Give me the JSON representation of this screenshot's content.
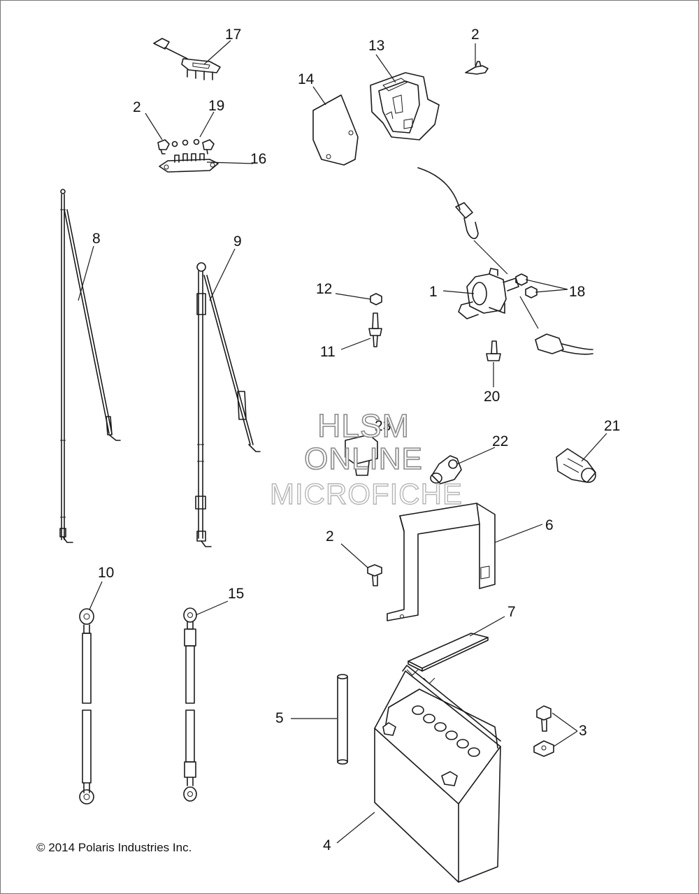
{
  "diagram": {
    "callouts": [
      "17",
      "2",
      "19",
      "16",
      "13",
      "2",
      "14",
      "8",
      "9",
      "1",
      "18",
      "12",
      "11",
      "20",
      "23",
      "22",
      "21",
      "6",
      "2",
      "10",
      "15",
      "7",
      "5",
      "3",
      "4"
    ]
  },
  "watermark": {
    "line1": "HLSM",
    "line2": "ONLINE",
    "line3": "MICROFICHE"
  },
  "footer": {
    "copyright": "© 2014 Polaris Industries Inc."
  }
}
